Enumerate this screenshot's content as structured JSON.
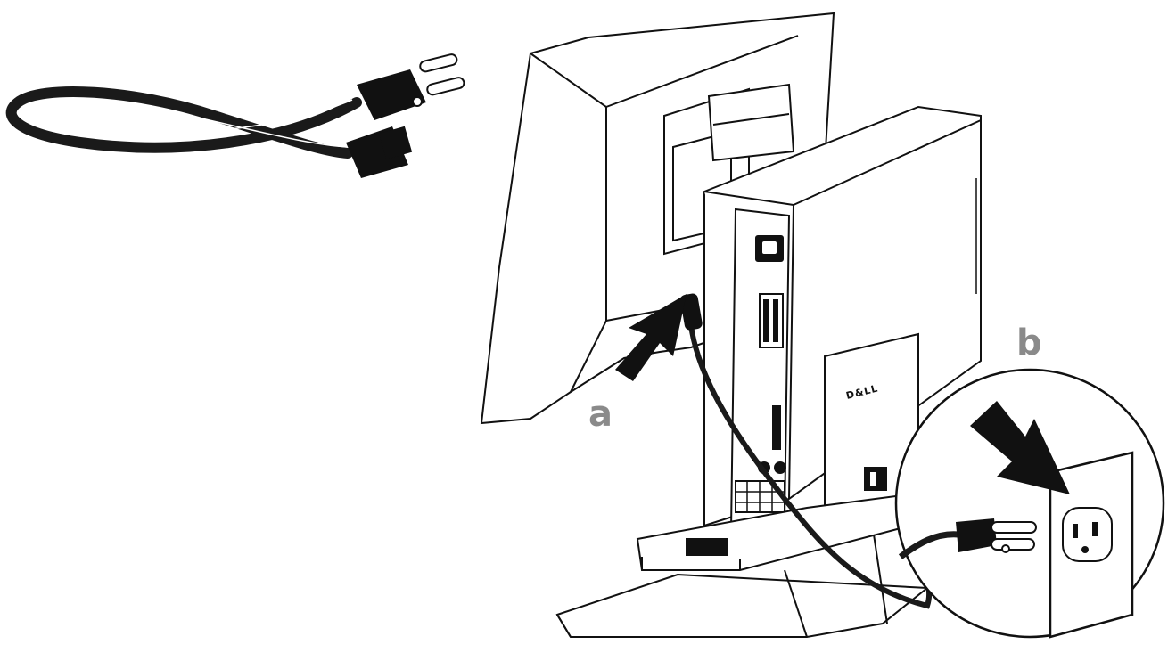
{
  "diagram": {
    "labels": {
      "step_a": "a",
      "step_b": "b"
    },
    "brand_logo": "D&LL",
    "colors": {
      "line": "#111111",
      "fill": "#ffffff",
      "cord": "#1a1a1a",
      "label": "#8a8a8a"
    },
    "icons": {
      "arrow_a": "arrow-icon",
      "arrow_b": "arrow-icon",
      "power_cord": "power-cord-icon",
      "wall_outlet": "wall-outlet-icon"
    }
  }
}
